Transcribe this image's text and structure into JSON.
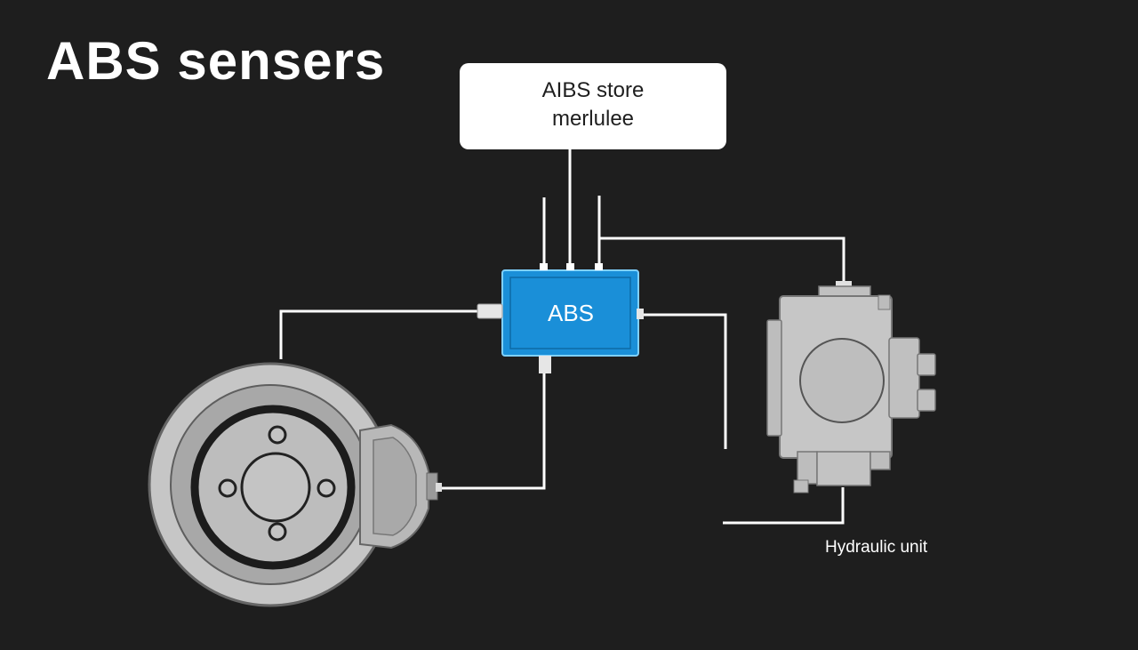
{
  "title": "ABS sensers",
  "top_box": {
    "line1": "AIBS store",
    "line2": "merlulee"
  },
  "abs_module": {
    "label": "ABS"
  },
  "hydraulic_unit": {
    "label": "Hydraulic unit"
  },
  "colors": {
    "background": "#1e1e1e",
    "abs_module": "#1a8fd8",
    "wire": "#ffffff",
    "component_gray": "#c8c8c8"
  }
}
